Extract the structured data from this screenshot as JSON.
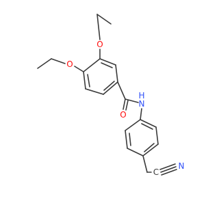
{
  "atoms": {
    "o_ethoxy_upper": "O",
    "o_ethoxy_lower": "O",
    "o_carbonyl": "O",
    "n_amide": "N",
    "n_amide_h": "H",
    "n_nitrile_c": "C",
    "n_nitrile_n": "N"
  },
  "colors": {
    "bond": "#3a3a3a",
    "oxygen": "#ff0d0d",
    "nitrogen": "#3050f8",
    "carbon": "#3a3a3a"
  }
}
